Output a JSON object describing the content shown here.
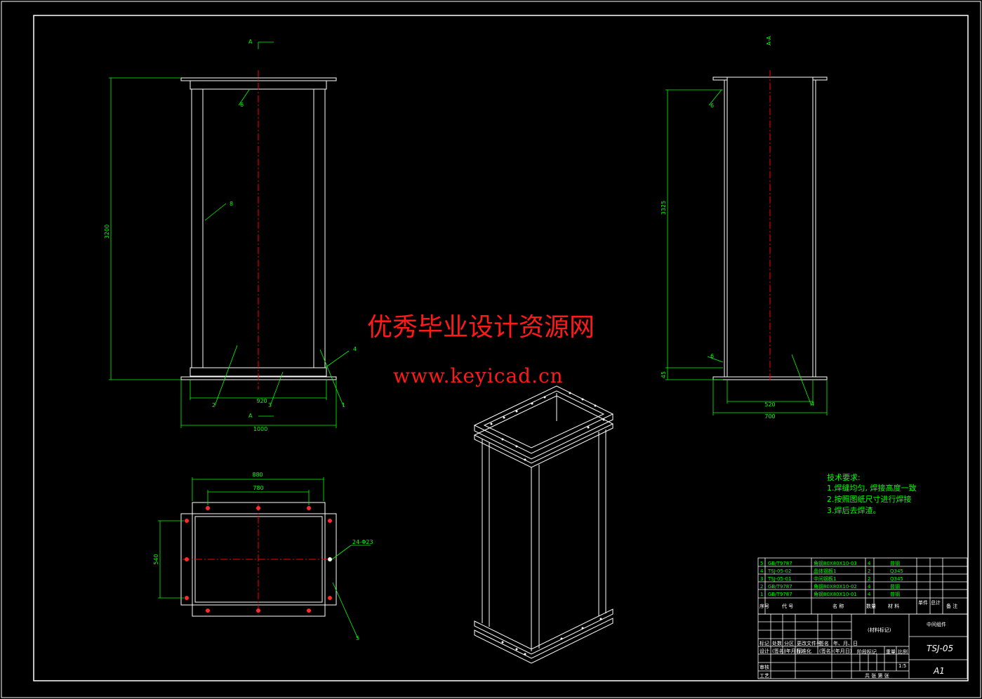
{
  "watermark": {
    "title": "优秀毕业设计资源网",
    "url": "www.keyicad.cn"
  },
  "front_view": {
    "section_mark_top": "A",
    "section_mark_bottom": "A",
    "height_dim": "3200",
    "inner_width_dim": "920",
    "outer_width_dim": "1000",
    "weld_symbols": [
      "6",
      "8",
      "4"
    ],
    "balloons": [
      "2",
      "3",
      "1"
    ]
  },
  "side_view": {
    "section_label": "A-A",
    "height_dim": "3325",
    "offset_dim": "45",
    "inner_width_dim": "520",
    "outer_width_dim": "700",
    "weld_symbols": [
      "6",
      "6"
    ],
    "balloons": [
      "4"
    ]
  },
  "top_view": {
    "outer_width_dim": "880",
    "hole_pitch_dim": "780",
    "height_dim": "540",
    "hole_note": "24-Φ23",
    "balloons": [
      "5"
    ]
  },
  "technical_requirements": {
    "title": "技术要求:",
    "items": [
      "1.焊缝均匀, 焊接高度一致",
      "2.按照图纸尺寸进行焊接",
      "3.焊后去焊渣。"
    ]
  },
  "parts_list": {
    "rows": [
      {
        "no": "5",
        "code": "GB/T9787",
        "name": "角钢80X80X10-03",
        "qty": "4",
        "material": "普钢",
        "weight": "",
        "total": "",
        "note": ""
      },
      {
        "no": "4",
        "code": "TSJ-05-02",
        "name": "晶体钢板1",
        "qty": "2",
        "material": "Q345",
        "weight": "",
        "total": "",
        "note": ""
      },
      {
        "no": "3",
        "code": "TSJ-05-01",
        "name": "中间钢板1",
        "qty": "2",
        "material": "Q345",
        "weight": "",
        "total": "",
        "note": ""
      },
      {
        "no": "2",
        "code": "GB/T9787",
        "name": "角钢80X80X10-02",
        "qty": "4",
        "material": "普钢",
        "weight": "",
        "total": "",
        "note": ""
      },
      {
        "no": "1",
        "code": "GB/T9787",
        "name": "角钢80X80X10-01",
        "qty": "4",
        "material": "普钢",
        "weight": "",
        "total": "",
        "note": ""
      }
    ],
    "header": {
      "no": "序号",
      "code": "代 号",
      "name": "名 称",
      "qty": "数量",
      "material": "材 料",
      "weight": "单件",
      "total": "总计",
      "note": "备 注"
    }
  },
  "title_block": {
    "material_mark": "(材料标记)",
    "part_name": "中间组件",
    "drawing_no": "TSJ-05",
    "sheet_size": "A1",
    "scale": "1:5",
    "stage_label": "阶段标记",
    "sheet_info": "共 张 第 张",
    "role_labels": [
      "标记",
      "处数",
      "分区",
      "更改文件号",
      "签名",
      "年、月、日"
    ],
    "row_labels": [
      "设计",
      "审核",
      "工艺"
    ],
    "extra_labels": [
      "(签名)",
      "(年月日)",
      "标准化",
      "(签名)",
      "(年月日)"
    ],
    "weight_label": "重量",
    "scale_label": "比例"
  }
}
